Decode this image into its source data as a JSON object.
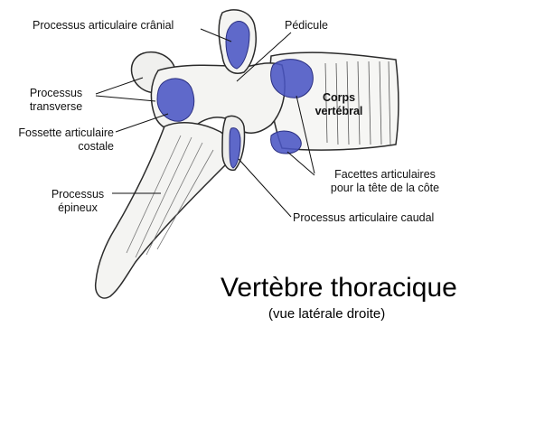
{
  "colors": {
    "facet": "#4a55c4",
    "bone_line": "#2b2b2b",
    "bone_fill": "#f4f4f2"
  },
  "labels": {
    "processus_articulaire_cranial": "Processus articulaire crânial",
    "pedicule": "Pédicule",
    "processus_transverse": [
      "Processus",
      "transverse"
    ],
    "fossette_costale": [
      "Fossette articulaire",
      "costale"
    ],
    "corps_vertebral": [
      "Corps",
      "vertébral"
    ],
    "facettes_tete_cote": [
      "Facettes articulaires",
      "pour la tête de la côte"
    ],
    "processus_epineux": [
      "Processus",
      "épineux"
    ],
    "processus_articulaire_caudal": "Processus articulaire caudal"
  },
  "title": {
    "main": "Vertèbre thoracique",
    "sub": "(vue latérale droite)"
  }
}
